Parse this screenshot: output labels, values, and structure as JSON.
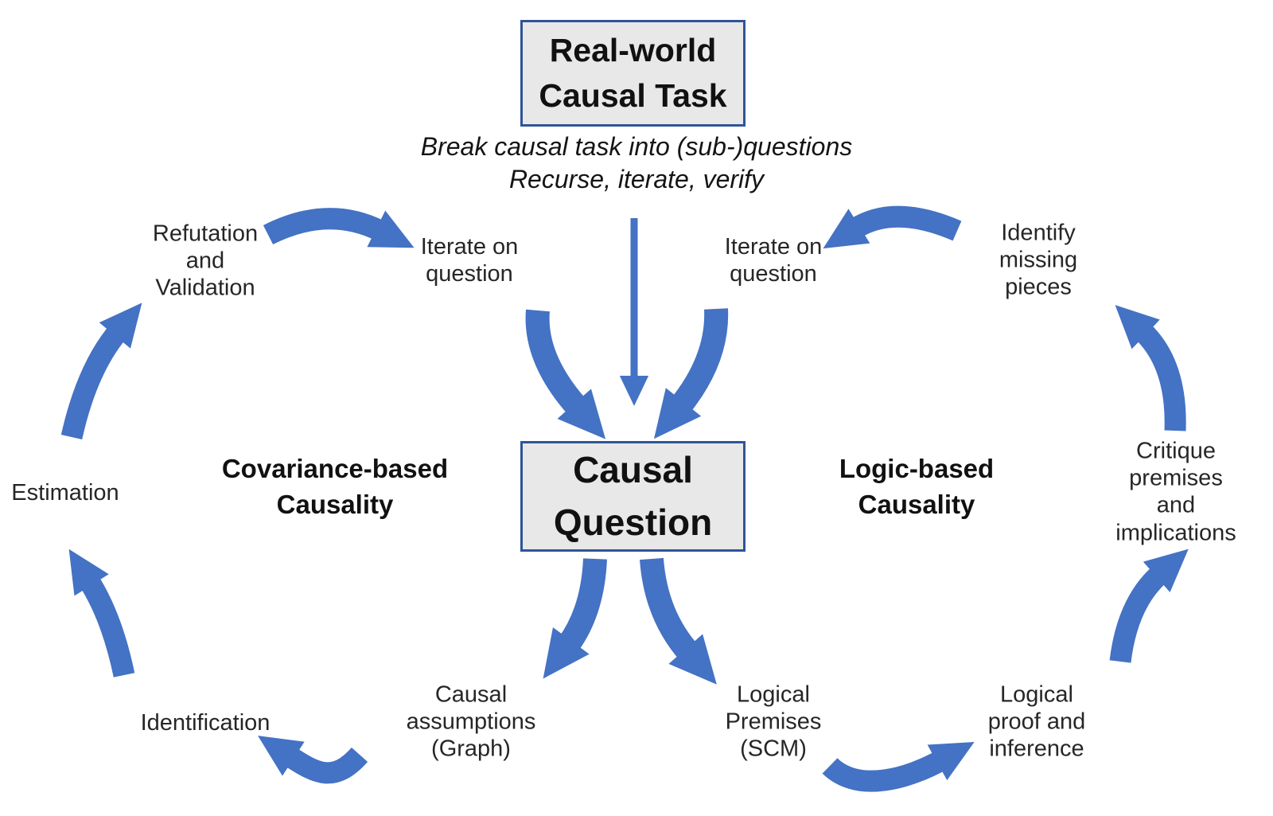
{
  "boxes": {
    "real_world_task": "Real-world\nCausal Task",
    "causal_question": "Causal\nQuestion"
  },
  "subtitle": "Break causal task into (sub-)questions\nRecurse, iterate, verify",
  "cycles": {
    "left_title": "Covariance-based\nCausality",
    "right_title": "Logic-based\nCausality"
  },
  "nodes": {
    "refutation_validation": "Refutation\nand\nValidation",
    "iterate_on_question_left": "Iterate on\nquestion",
    "iterate_on_question_right": "Iterate on\nquestion",
    "identify_missing_pieces": "Identify\nmissing\npieces",
    "critique_premises_implications": "Critique\npremises\nand\nimplications",
    "logical_proof_inference": "Logical\nproof and\ninference",
    "logical_premises_scm": "Logical\nPremises\n(SCM)",
    "causal_assumptions_graph": "Causal\nassumptions\n(Graph)",
    "identification": "Identification",
    "estimation": "Estimation"
  },
  "colors": {
    "arrow_blue": "#4472C4",
    "box_fill": "#E9E8E8",
    "box_border": "#2F5597",
    "text": "#1A1A1A"
  }
}
